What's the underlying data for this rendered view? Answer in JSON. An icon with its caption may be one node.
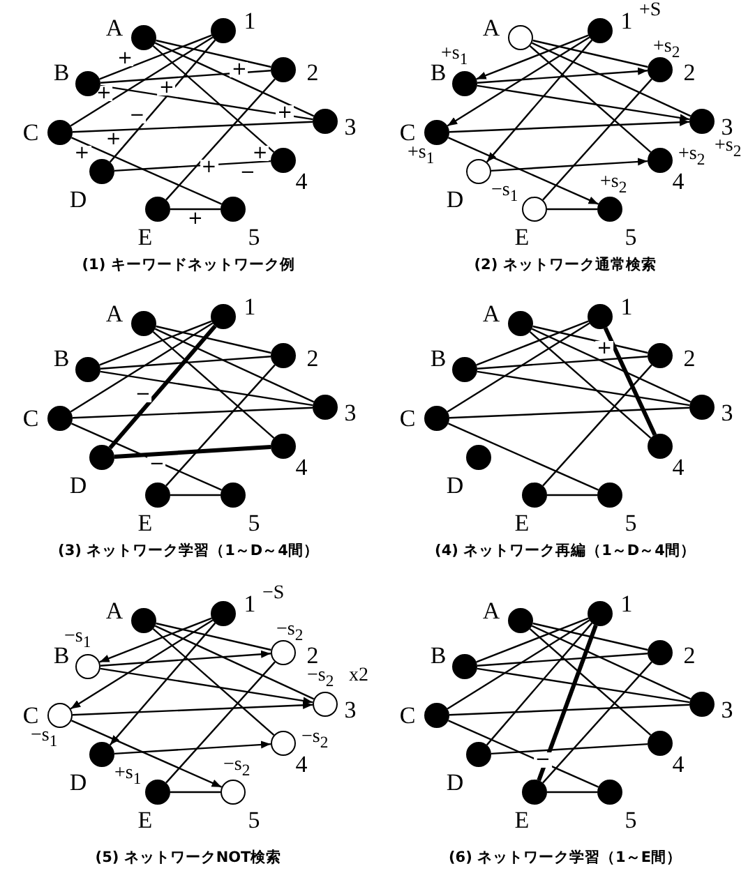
{
  "diagram": {
    "nodes": [
      {
        "text": [
          "A"
        ]
      },
      {
        "text": [
          "1"
        ]
      },
      {
        "text": [
          "B"
        ]
      },
      {
        "text": [
          "2"
        ]
      },
      {
        "text": [
          "C"
        ]
      },
      {
        "text": [
          "3"
        ]
      },
      {
        "text": [
          "D"
        ]
      },
      {
        "text": [
          "4"
        ]
      },
      {
        "text": [
          "E"
        ]
      },
      {
        "text": [
          "5"
        ]
      },
      {
        "text": [
          "A"
        ]
      },
      {
        "text": [
          "1"
        ],
        "beside": [
          "+S"
        ]
      },
      {
        "text": [
          "B"
        ],
        "beside": [
          "+s$_{1}$"
        ]
      },
      {
        "text": [
          "2"
        ],
        "beside": [
          "+s$_{2}$"
        ]
      },
      {
        "text": [
          "C"
        ],
        "beside": [
          "+s$_{1}$"
        ]
      },
      {
        "text": [
          "3"
        ],
        "beside": [
          "+s$_{2}$"
        ]
      },
      {
        "text": [
          "D"
        ],
        "beside": [
          "−s$_{1}$"
        ]
      },
      {
        "text": [
          "4"
        ],
        "beside": [
          "+s$_{2}$"
        ]
      },
      {
        "text": [
          "E"
        ]
      },
      {
        "text": [
          "5"
        ],
        "beside": [
          "+s$_{2}$"
        ]
      },
      {
        "text": [
          "A"
        ]
      },
      {
        "text": [
          "1"
        ]
      },
      {
        "text": [
          "B"
        ]
      },
      {
        "text": [
          "2"
        ]
      },
      {
        "text": [
          "C"
        ]
      },
      {
        "text": [
          "3"
        ]
      },
      {
        "text": [
          "D"
        ]
      },
      {
        "text": [
          "4"
        ]
      },
      {
        "text": [
          "E"
        ]
      },
      {
        "text": [
          "5"
        ]
      },
      {
        "text": [
          "A"
        ]
      },
      {
        "text": [
          "1"
        ]
      },
      {
        "text": [
          "B"
        ]
      },
      {
        "text": [
          "2"
        ]
      },
      {
        "text": [
          "C"
        ]
      },
      {
        "text": [
          "3"
        ]
      },
      {
        "text": [
          "D"
        ]
      },
      {
        "text": [
          "4"
        ]
      },
      {
        "text": [
          "E"
        ]
      },
      {
        "text": [
          "5"
        ]
      },
      {
        "text": [
          "A"
        ]
      },
      {
        "text": [
          "1"
        ],
        "beside": [
          "−S"
        ]
      },
      {
        "text": [
          "B"
        ],
        "beside": [
          "−s$_{1}$"
        ]
      },
      {
        "text": [
          "2"
        ],
        "beside": [
          "−s$_{2}$"
        ]
      },
      {
        "text": [
          "C"
        ],
        "beside": [
          "−s$_{1}$"
        ]
      },
      {
        "text": [
          "3"
        ],
        "beside": [
          "−s$_{2}$",
          "x2"
        ]
      },
      {
        "text": [
          "D"
        ],
        "beside": [
          "+s$_{1}$"
        ]
      },
      {
        "text": [
          "4"
        ],
        "beside": [
          "−s$_{2}$"
        ]
      },
      {
        "text": [
          "E"
        ]
      },
      {
        "text": [
          "5"
        ],
        "beside": [
          "−s$_{2}$"
        ]
      },
      {
        "text": [
          "A"
        ]
      },
      {
        "text": [
          "1"
        ]
      },
      {
        "text": [
          "B"
        ]
      },
      {
        "text": [
          "2"
        ]
      },
      {
        "text": [
          "C"
        ]
      },
      {
        "text": [
          "3"
        ]
      },
      {
        "text": [
          "D"
        ]
      },
      {
        "text": [
          "4"
        ]
      },
      {
        "text": [
          "E"
        ]
      },
      {
        "text": [
          "5"
        ]
      }
    ],
    "edges": [
      {
        "from": 0,
        "to": 3,
        "arrow": "none",
        "label": "+"
      },
      {
        "from": 0,
        "to": 5,
        "arrow": "none",
        "label": "+"
      },
      {
        "from": 0,
        "to": 7,
        "arrow": "none",
        "label": "+"
      },
      {
        "from": 1,
        "to": 2,
        "arrow": "none",
        "label": "+"
      },
      {
        "from": 1,
        "to": 4,
        "arrow": "none",
        "label": "+"
      },
      {
        "from": 1,
        "to": 6,
        "arrow": "none",
        "label": "−"
      },
      {
        "from": 2,
        "to": 3,
        "arrow": "none",
        "label": "+"
      },
      {
        "from": 2,
        "to": 5,
        "arrow": "none"
      },
      {
        "from": 4,
        "to": 5,
        "arrow": "none",
        "label": "+"
      },
      {
        "from": 4,
        "to": 9,
        "arrow": "none",
        "label": "+"
      },
      {
        "from": 6,
        "to": 7,
        "arrow": "none",
        "label": "−"
      },
      {
        "from": 8,
        "to": 3,
        "arrow": "none",
        "label": "+"
      },
      {
        "from": 8,
        "to": 9,
        "arrow": "none",
        "label": "+"
      },
      {
        "from": 10,
        "to": 13,
        "arrow": "none"
      },
      {
        "from": 10,
        "to": 15,
        "arrow": "none"
      },
      {
        "from": 10,
        "to": 17,
        "arrow": "none"
      },
      {
        "from": 11,
        "to": 12,
        "arrow": "to"
      },
      {
        "from": 11,
        "to": 14,
        "arrow": "to"
      },
      {
        "from": 11,
        "to": 16,
        "arrow": "to"
      },
      {
        "from": 12,
        "to": 13,
        "arrow": "to"
      },
      {
        "from": 12,
        "to": 15,
        "arrow": "to"
      },
      {
        "from": 14,
        "to": 15,
        "arrow": "to"
      },
      {
        "from": 14,
        "to": 19,
        "arrow": "to"
      },
      {
        "from": 16,
        "to": 17,
        "arrow": "to"
      },
      {
        "from": 18,
        "to": 13,
        "arrow": "none"
      },
      {
        "from": 18,
        "to": 19,
        "arrow": "none"
      },
      {
        "from": 20,
        "to": 23,
        "arrow": "none"
      },
      {
        "from": 20,
        "to": 25,
        "arrow": "none"
      },
      {
        "from": 20,
        "to": 27,
        "arrow": "none"
      },
      {
        "from": 21,
        "to": 22,
        "arrow": "none"
      },
      {
        "from": 21,
        "to": 24,
        "arrow": "none"
      },
      {
        "from": 21,
        "to": 26,
        "arrow": "none",
        "label": "−",
        "style": "thick"
      },
      {
        "from": 22,
        "to": 23,
        "arrow": "none"
      },
      {
        "from": 22,
        "to": 25,
        "arrow": "none"
      },
      {
        "from": 24,
        "to": 25,
        "arrow": "none"
      },
      {
        "from": 24,
        "to": 29,
        "arrow": "none"
      },
      {
        "from": 26,
        "to": 27,
        "arrow": "none",
        "label": "−",
        "style": "thick"
      },
      {
        "from": 28,
        "to": 23,
        "arrow": "none"
      },
      {
        "from": 28,
        "to": 29,
        "arrow": "none"
      },
      {
        "from": 30,
        "to": 33,
        "arrow": "none"
      },
      {
        "from": 30,
        "to": 35,
        "arrow": "none"
      },
      {
        "from": 30,
        "to": 37,
        "arrow": "none"
      },
      {
        "from": 31,
        "to": 32,
        "arrow": "none"
      },
      {
        "from": 31,
        "to": 34,
        "arrow": "none"
      },
      {
        "from": 31,
        "to": 37,
        "arrow": "none",
        "label": "+",
        "style": "thick"
      },
      {
        "from": 32,
        "to": 33,
        "arrow": "none"
      },
      {
        "from": 32,
        "to": 35,
        "arrow": "none"
      },
      {
        "from": 34,
        "to": 35,
        "arrow": "none"
      },
      {
        "from": 34,
        "to": 39,
        "arrow": "none"
      },
      {
        "from": 38,
        "to": 33,
        "arrow": "none"
      },
      {
        "from": 38,
        "to": 39,
        "arrow": "none"
      },
      {
        "from": 40,
        "to": 43,
        "arrow": "none"
      },
      {
        "from": 40,
        "to": 45,
        "arrow": "none"
      },
      {
        "from": 40,
        "to": 47,
        "arrow": "none"
      },
      {
        "from": 41,
        "to": 42,
        "arrow": "to"
      },
      {
        "from": 41,
        "to": 44,
        "arrow": "to"
      },
      {
        "from": 41,
        "to": 46,
        "arrow": "to"
      },
      {
        "from": 42,
        "to": 43,
        "arrow": "to"
      },
      {
        "from": 42,
        "to": 45,
        "arrow": "to"
      },
      {
        "from": 44,
        "to": 45,
        "arrow": "to"
      },
      {
        "from": 44,
        "to": 49,
        "arrow": "to"
      },
      {
        "from": 46,
        "to": 47,
        "arrow": "to"
      },
      {
        "from": 48,
        "to": 43,
        "arrow": "none"
      },
      {
        "from": 48,
        "to": 49,
        "arrow": "none"
      },
      {
        "from": 50,
        "to": 53,
        "arrow": "none"
      },
      {
        "from": 50,
        "to": 55,
        "arrow": "none"
      },
      {
        "from": 50,
        "to": 57,
        "arrow": "none"
      },
      {
        "from": 51,
        "to": 52,
        "arrow": "none"
      },
      {
        "from": 51,
        "to": 54,
        "arrow": "none"
      },
      {
        "from": 51,
        "to": 56,
        "arrow": "none"
      },
      {
        "from": 51,
        "to": 58,
        "arrow": "none",
        "style": "thick"
      },
      {
        "from": 52,
        "to": 53,
        "arrow": "none"
      },
      {
        "from": 52,
        "to": 55,
        "arrow": "none"
      },
      {
        "from": 54,
        "to": 55,
        "arrow": "none"
      },
      {
        "from": 54,
        "to": 59,
        "arrow": "none"
      },
      {
        "from": 56,
        "to": 57,
        "arrow": "none",
        "label": "−"
      },
      {
        "from": 58,
        "to": 53,
        "arrow": "none"
      },
      {
        "from": 58,
        "to": 59,
        "arrow": "none"
      }
    ],
    "labels": [
      "(1) キーワードネットワーク例",
      "(2) ネットワーク通常検索",
      "(3) ネットワーク学習（1～D～4間）",
      "(4) ネットワーク再編（1～D～4間）",
      "(5) ネットワークNOT検索",
      "(6) ネットワーク学習（1～E間）"
    ]
  }
}
